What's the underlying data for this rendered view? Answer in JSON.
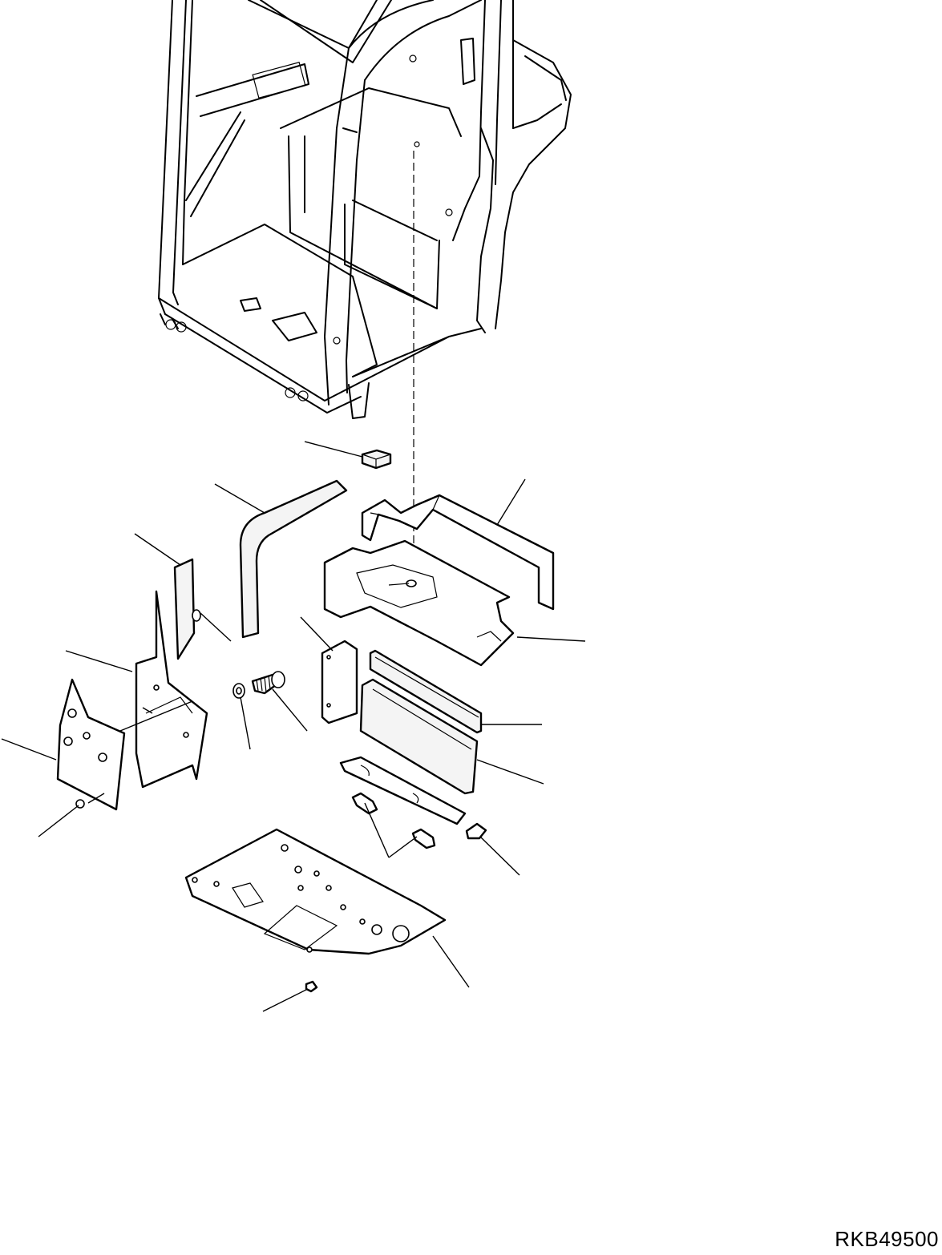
{
  "figure": {
    "drawing_number": "RKB49500"
  },
  "icons": {
    "cab": "cab-frame-drawing",
    "parts": "exploded-floor-mat-parts"
  }
}
